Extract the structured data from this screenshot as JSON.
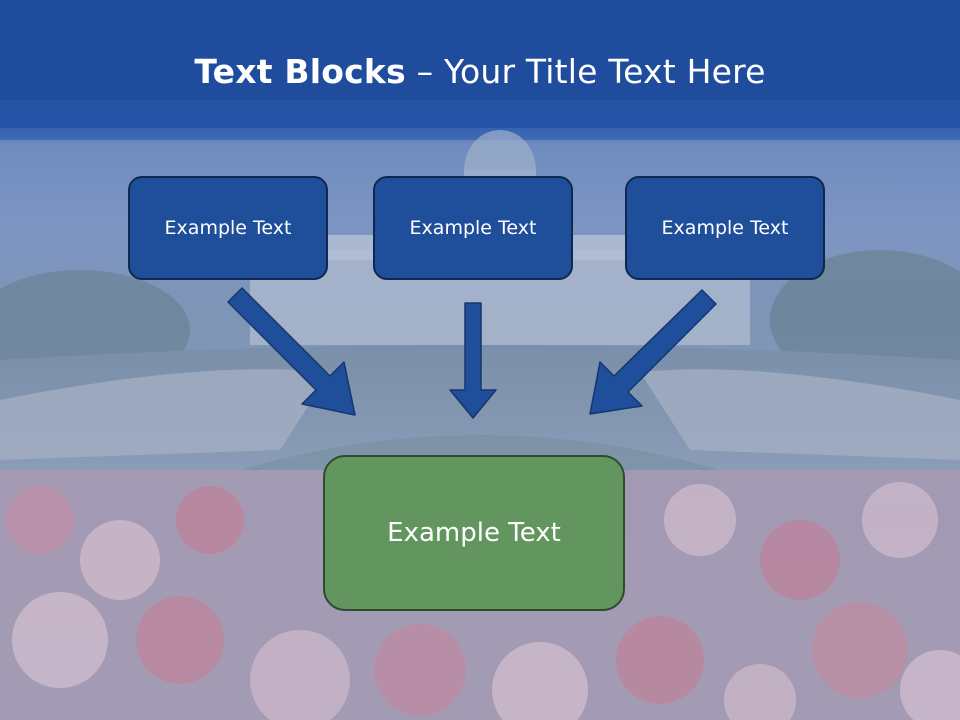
{
  "slide": {
    "title_bold": "Text Blocks",
    "title_dash": " – ",
    "title_rest": "Your Title Text Here",
    "boxes": [
      {
        "label": "Example Text"
      },
      {
        "label": "Example Text"
      },
      {
        "label": "Example Text"
      }
    ],
    "target": {
      "label": "Example Text"
    }
  },
  "colors": {
    "header_blue": "#1f4e9a",
    "box_blue": "#1f4e9a",
    "box_green": "#63965f",
    "arrow": "#1f4e9a"
  }
}
